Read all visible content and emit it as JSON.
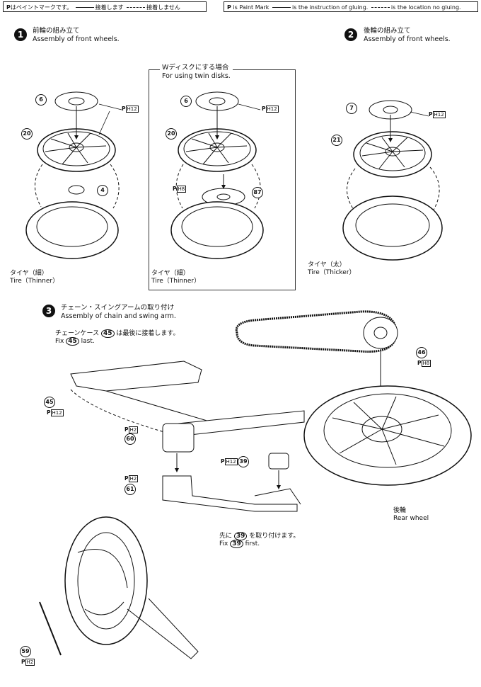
{
  "legend_jp": {
    "paint_mark": "はペイントマークです。",
    "glue_text": "接着します",
    "noglue_text": "接着しません"
  },
  "legend_en": {
    "paint_mark": "is Paint Mark",
    "glue_text": "is the instruction of gluing.",
    "noglue_text": "is the location no gluing."
  },
  "step1": {
    "num": "1",
    "title_jp": "前輪の組み立て",
    "title_en": "Assembly of front wheels."
  },
  "step2": {
    "num": "2",
    "title_jp": "後輪の組み立て",
    "title_en": "Assembly of front wheels."
  },
  "step3": {
    "num": "3",
    "title_jp": "チェーン・スイングアームの取り付け",
    "title_en": "Assembly of chain and swing arm."
  },
  "twin": {
    "title_jp": "Wディスクにする場合",
    "title_en": "For using twin disks."
  },
  "tires": {
    "thin_jp": "タイヤ（細）",
    "thin_en": "Tire（Thinner）",
    "thick_jp": "タイヤ（太）",
    "thick_en": "Tire（Thicker）"
  },
  "chaincase": {
    "jp_a": "チェーンケース",
    "jp_b": "は最後に接着します。",
    "en_a": "Fix",
    "en_b": "last.",
    "part": "45"
  },
  "fix39": {
    "jp_a": "先に",
    "jp_b": "を取り付けます。",
    "en_a": "Fix",
    "en_b": "first.",
    "part": "39"
  },
  "rear_wheel": {
    "jp": "後輪",
    "en": "Rear wheel"
  },
  "parts": {
    "p6a": "6",
    "p20a": "20",
    "p4": "4",
    "p6b": "6",
    "p20b": "20",
    "p87": "87",
    "p7": "7",
    "p21": "21",
    "p45": "45",
    "p46": "46",
    "p60": "60",
    "p61": "61",
    "p39": "39",
    "p59": "59"
  },
  "paint_tags": {
    "p": "P",
    "h12": "H12",
    "h8": "H8",
    "h2": "H2"
  }
}
